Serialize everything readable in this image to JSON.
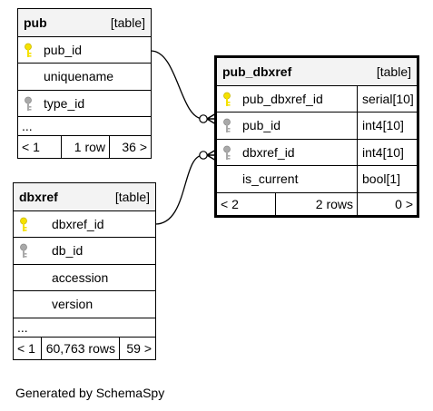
{
  "colors": {
    "primary_key": "#f5e100",
    "foreign_key": "#a9a9a9",
    "header_bg": "#f3f3f3",
    "border": "#000000"
  },
  "tables": {
    "pub": {
      "name": "pub",
      "kind": "[table]",
      "columns": [
        "pub_id",
        "uniquename",
        "type_id"
      ],
      "ellipsis": "...",
      "footer": {
        "prev": "< 1",
        "rows": "1 row",
        "next": "36 >"
      }
    },
    "dbxref": {
      "name": "dbxref",
      "kind": "[table]",
      "columns": [
        "dbxref_id",
        "db_id",
        "accession",
        "version"
      ],
      "ellipsis": "...",
      "footer": {
        "prev": "< 1",
        "rows": "60,763 rows",
        "next": "59 >"
      }
    },
    "pub_dbxref": {
      "name": "pub_dbxref",
      "kind": "[table]",
      "columns": [
        "pub_dbxref_id",
        "pub_id",
        "dbxref_id",
        "is_current"
      ],
      "types": [
        "serial[10]",
        "int4[10]",
        "int4[10]",
        "bool[1]"
      ],
      "footer": {
        "prev": "< 2",
        "rows": "2 rows",
        "next": "0 >"
      }
    }
  },
  "caption": "Generated by SchemaSpy"
}
